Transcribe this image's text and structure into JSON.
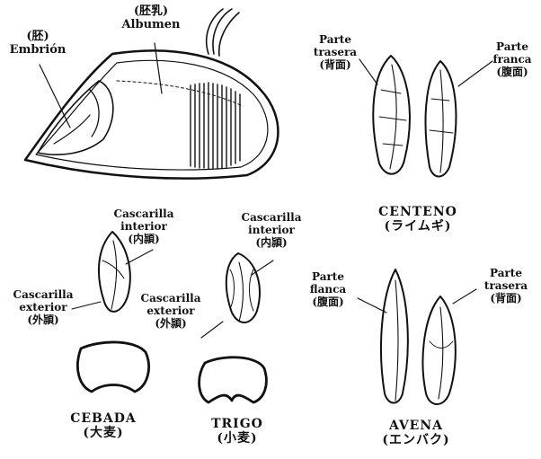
{
  "colors": {
    "ink": "#111111",
    "background": "#ffffff"
  },
  "wheat_grain_section": {
    "embryo": {
      "name_es": "Embrión",
      "name_jp": "(胚)"
    },
    "albumen": {
      "name_es": "Albumen",
      "name_jp": "(胚乳)"
    }
  },
  "centeno": {
    "name": "CENTENO",
    "name_jp": "(ライムギ)",
    "back": {
      "line1": "Parte",
      "line2": "trasera",
      "jp": "(背面)"
    },
    "front": {
      "line1": "Parte",
      "line2": "franca",
      "jp": "(腹面)"
    }
  },
  "cebada": {
    "name": "CEBADA",
    "name_jp": "(大麦)",
    "inner": {
      "line1": "Cascarilla",
      "line2": "interior",
      "jp": "(内頴)"
    },
    "outer": {
      "line1": "Cascarilla",
      "line2": "exterior",
      "jp": "(外頴)"
    }
  },
  "trigo": {
    "name": "TRIGO",
    "name_jp": "(小麦)",
    "inner": {
      "line1": "Cascarilla",
      "line2": "interior",
      "jp": "(内頴)"
    },
    "outer": {
      "line1": "Cascarilla",
      "line2": "exterior",
      "jp": "(外頴)"
    }
  },
  "avena": {
    "name": "AVENA",
    "name_jp": "(エンバク)",
    "front": {
      "line1": "Parte",
      "line2": "flanca",
      "jp": "(腹面)"
    },
    "back": {
      "line1": "Parte",
      "line2": "trasera",
      "jp": "(背面)"
    }
  }
}
